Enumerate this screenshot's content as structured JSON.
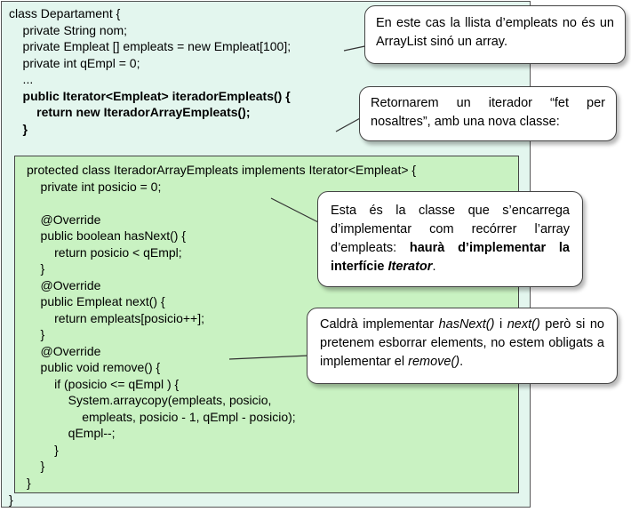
{
  "outer_code": [
    "class Departament {",
    "    private String nom;",
    "    private Empleat [] empleats = new Empleat[100];",
    "    private int qEmpl = 0;",
    "    ...",
    "    public Iterator<Empleat> iteradorEmpleats() {",
    "        return new IteradorArrayEmpleats();",
    "    }"
  ],
  "outer_close": "}",
  "inner_code": [
    "protected class IteradorArrayEmpleats implements Iterator<Empleat> {",
    "    private int posicio = 0;",
    "",
    "    @Override",
    "    public boolean hasNext() {",
    "        return posicio < qEmpl;",
    "    }",
    "    @Override",
    "    public Empleat next() {",
    "        return empleats[posicio++];",
    "    }",
    "    @Override",
    "    public void remove() {",
    "        if (posicio <= qEmpl ) {",
    "            System.arraycopy(empleats, posicio,",
    "                empleats, posicio - 1, qEmpl - posicio);",
    "            qEmpl--;",
    "        }",
    "    }",
    "}"
  ],
  "callouts": {
    "c1": {
      "text": "En este cas la llista d’empleats no és un ArrayList sinó un array."
    },
    "c2": {
      "text": "Retornarem un iterador “fet per nosaltres”, amb una nova classe:"
    },
    "c3": {
      "text_a": "Esta és la classe que s’encarrega d’implementar com recórrer l’array d’empleats: ",
      "bold_a": "haurà d’implementar la interfície ",
      "bold_italic": "Iterator",
      "text_b": "."
    },
    "c4": {
      "text_a": "Caldrà implementar ",
      "italic_a": "hasNext()",
      "text_b": " i ",
      "italic_b": "next()",
      "text_c": " però si no pretenem esborrar elements, no estem obligats a implementar el ",
      "italic_c": "remove()",
      "text_d": "."
    }
  }
}
